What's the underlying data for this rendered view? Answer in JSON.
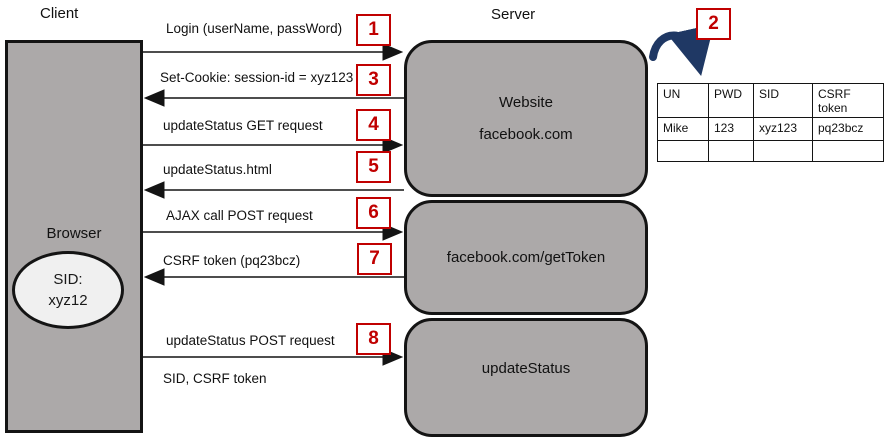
{
  "diagram": {
    "titles": {
      "client": "Client",
      "server": "Server"
    },
    "browser": {
      "label": "Browser",
      "sid_line1": "SID:",
      "sid_line2": "xyz12"
    },
    "server_boxes": {
      "website": {
        "line1": "Website",
        "line2": "facebook.com"
      },
      "get_token": {
        "line1": "facebook.com/getToken"
      },
      "update_status": {
        "line1": "updateStatus"
      }
    },
    "messages": [
      {
        "label": "Login (userName, passWord)",
        "step": "1",
        "direction": "client-to-server"
      },
      {
        "label": "Set-Cookie: session-id = xyz123",
        "step": "3",
        "direction": "server-to-client"
      },
      {
        "label": "updateStatus GET request",
        "step": "4",
        "direction": "client-to-server"
      },
      {
        "label": "updateStatus.html",
        "step": "5",
        "direction": "server-to-client"
      },
      {
        "label": "AJAX call POST request",
        "step": "6",
        "direction": "client-to-server"
      },
      {
        "label": "CSRF token (pq23bcz)",
        "step": "7",
        "direction": "server-to-client"
      },
      {
        "label": "updateStatus POST request",
        "step": "8",
        "direction": "client-to-server"
      },
      {
        "label": "SID, CSRF token",
        "step": "",
        "direction": "annotation"
      }
    ],
    "store_step": {
      "step": "2"
    },
    "table": {
      "headers": [
        "UN",
        "PWD",
        "SID",
        "CSRF token"
      ],
      "rows": [
        [
          "Mike",
          "123",
          "xyz123",
          "pq23bcz"
        ],
        [
          "",
          "",
          "",
          ""
        ]
      ]
    },
    "colors": {
      "box_fill": "#aca9a9",
      "box_border": "#141414",
      "badge_red": "#c00000",
      "curved_arrow_blue": "#1f3864",
      "ellipse_fill": "#f0f0f0"
    }
  }
}
